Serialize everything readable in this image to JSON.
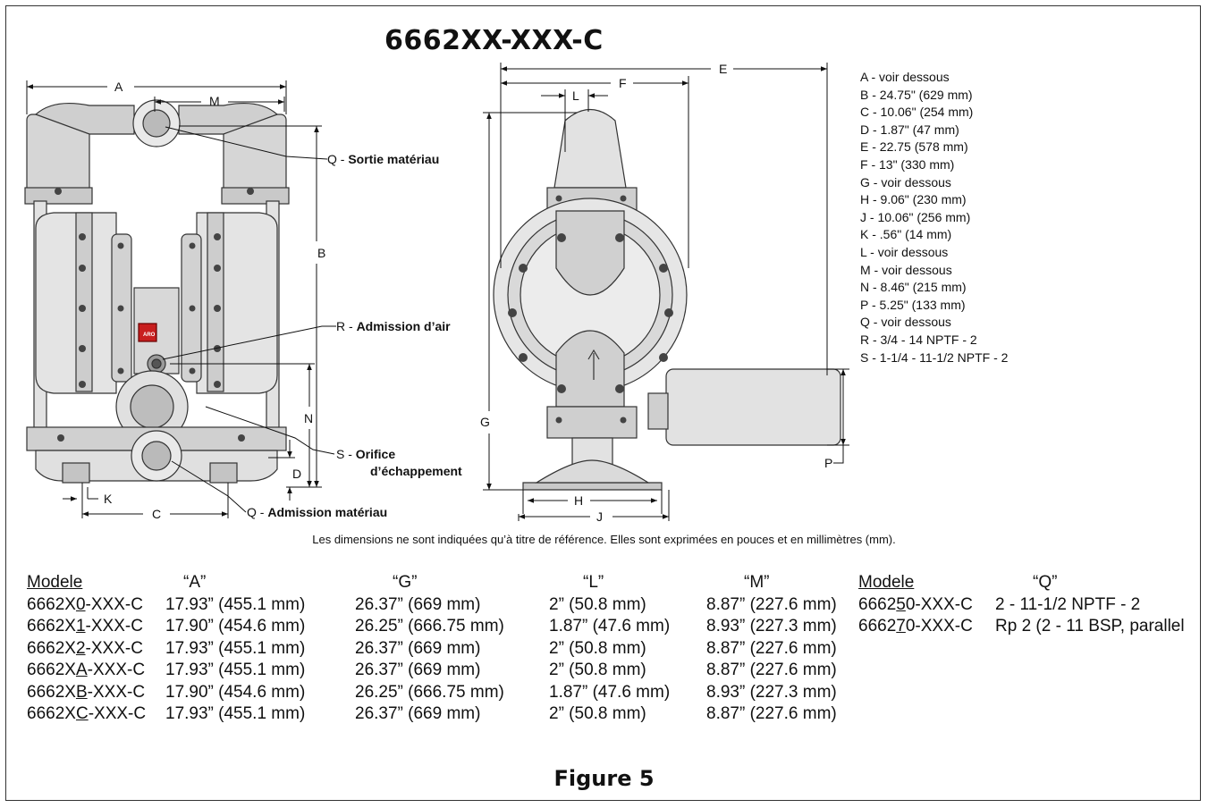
{
  "title": "6662XX-XXX-C",
  "figure_label": "Figure 5",
  "note": "Les dimensions ne sont indiquées qu’à titre de référence. Elles sont exprimées en pouces et en millimètres (mm).",
  "dimension_letters": {
    "A": "A",
    "B": "B",
    "C": "C",
    "D": "D",
    "E": "E",
    "F": "F",
    "G": "G",
    "H": "H",
    "J": "J",
    "K": "K",
    "L": "L",
    "M": "M",
    "N": "N",
    "P": "P"
  },
  "callouts": {
    "q_top_prefix": "Q - ",
    "q_top_label": "Sortie matériau",
    "r_prefix": "R - ",
    "r_label": "Admission d’air",
    "s_prefix": "S - ",
    "s_label_1": "Orifice",
    "s_label_2": "d’échappement",
    "q_bottom_prefix": "Q - ",
    "q_bottom_label": "Admission matériau"
  },
  "pump_badge": "ARO",
  "legend": [
    "A - voir dessous",
    "B - 24.75\" (629 mm)",
    "C - 10.06\" (254 mm)",
    "D - 1.87\" (47 mm)",
    "E - 22.75 (578 mm)",
    "F - 13\" (330 mm)",
    "G - voir dessous",
    "H - 9.06\" (230 mm)",
    "J - 10.06\" (256 mm)",
    "K - .56\" (14 mm)",
    "L - voir dessous",
    "M - voir dessous",
    "N - 8.46\" (215 mm)",
    "P - 5.25\" (133 mm)",
    "Q - voir dessous",
    "R - 3/4 - 14 NPTF - 2",
    "S - 1-1/4 - 11-1/2 NPTF - 2"
  ],
  "table1": {
    "headers": {
      "model": "Modele",
      "a": "“A”",
      "g": "“G”",
      "l": "“L”",
      "m": "“M”"
    },
    "rows": [
      {
        "model_pre": "6662X",
        "model_u": "0",
        "model_post": "-XXX-C",
        "a": "17.93” (455.1 mm)",
        "g": "26.37” (669 mm)",
        "l": "2” (50.8 mm)",
        "m": "8.87” (227.6 mm)"
      },
      {
        "model_pre": "6662X",
        "model_u": "1",
        "model_post": "-XXX-C",
        "a": "17.90” (454.6 mm)",
        "g": "26.25” (666.75 mm)",
        "l": "1.87” (47.6 mm)",
        "m": "8.93” (227.3 mm)"
      },
      {
        "model_pre": "6662X",
        "model_u": "2",
        "model_post": "-XXX-C",
        "a": "17.93” (455.1 mm)",
        "g": "26.37” (669 mm)",
        "l": "2” (50.8 mm)",
        "m": "8.87” (227.6 mm)"
      },
      {
        "model_pre": "6662X",
        "model_u": "A",
        "model_post": "-XXX-C",
        "a": "17.93” (455.1 mm)",
        "g": "26.37” (669 mm)",
        "l": "2” (50.8 mm)",
        "m": "8.87” (227.6 mm)"
      },
      {
        "model_pre": "6662X",
        "model_u": "B",
        "model_post": "-XXX-C",
        "a": "17.90” (454.6 mm)",
        "g": "26.25” (666.75 mm)",
        "l": "1.87” (47.6 mm)",
        "m": "8.93” (227.3 mm)"
      },
      {
        "model_pre": "6662X",
        "model_u": "C",
        "model_post": "-XXX-C",
        "a": "17.93” (455.1 mm)",
        "g": "26.37” (669 mm)",
        "l": "2” (50.8 mm)",
        "m": "8.87” (227.6 mm)"
      }
    ]
  },
  "table2": {
    "headers": {
      "model": "Modele",
      "q": "“Q”"
    },
    "rows": [
      {
        "model_pre": "6662",
        "model_u": "5",
        "model_post": "0-XXX-C",
        "q": "2 - 11-1/2 NPTF - 2"
      },
      {
        "model_pre": "6662",
        "model_u": "7",
        "model_post": "0-XXX-C",
        "q": "Rp 2 (2 - 11 BSP, parallel"
      }
    ]
  }
}
